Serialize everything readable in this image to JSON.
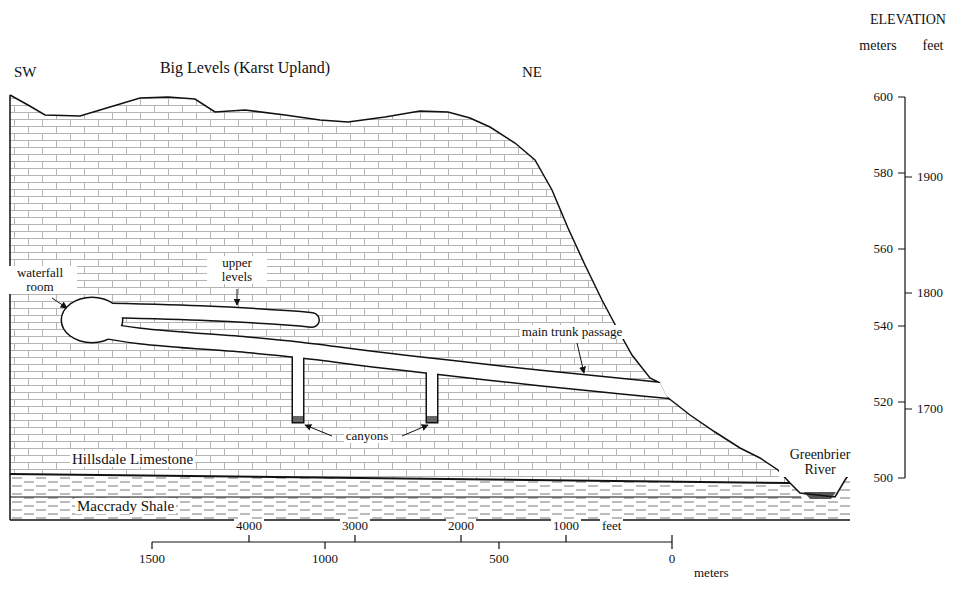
{
  "diagram": {
    "labels": [
      "SW",
      "NE",
      "ELEVATION",
      "Big Levels (Karst Upland)",
      "meters",
      "feet",
      "600",
      "580",
      "1900",
      "560",
      "1800",
      "540",
      "520",
      "1700",
      "500",
      "upper levels",
      "waterfall room",
      "main trunk passage",
      "canyons",
      "Hillsdale Limestone",
      "Greenbrier River",
      "Maccrady Shale",
      "4000",
      "3000",
      "2000",
      "1000",
      "feet",
      "1500",
      "1000",
      "500",
      "0",
      "meters"
    ]
  }
}
